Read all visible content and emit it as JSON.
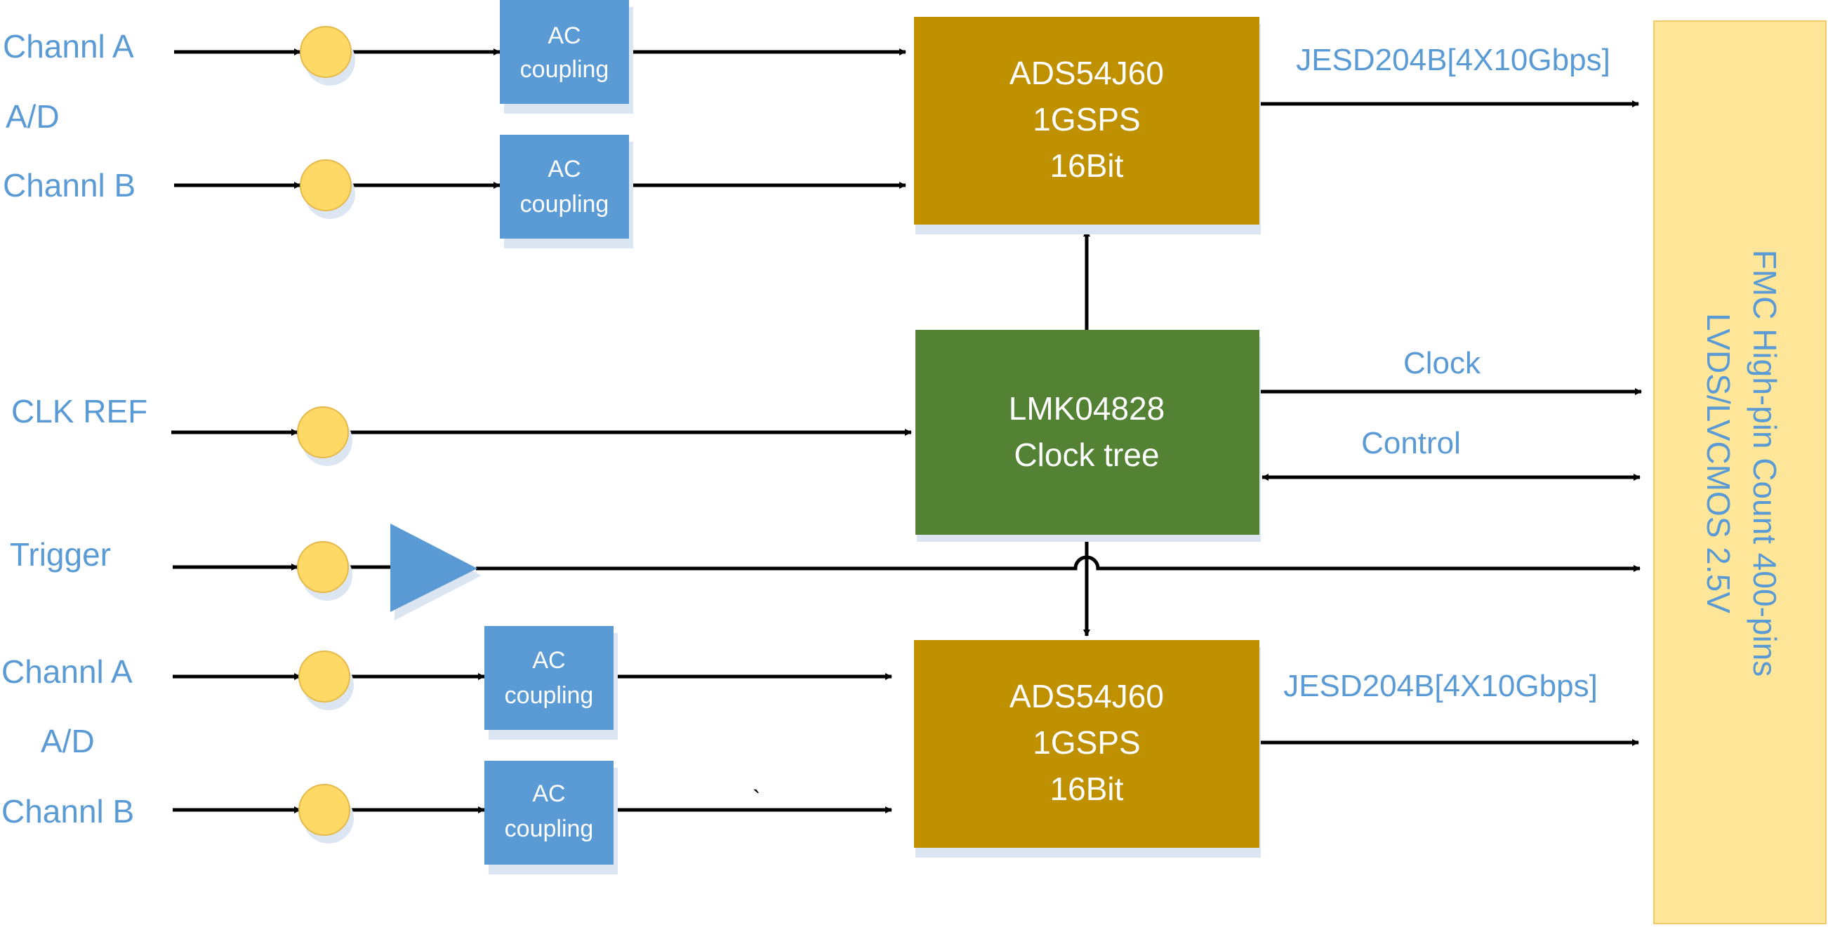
{
  "colors": {
    "label_text": "#5B9BD5",
    "connector": "#FFD966",
    "connector_stroke": "#E6B94A",
    "shadow": "#DCE6F2",
    "ac_block": "#5B9BD5",
    "adc_block": "#BF9000",
    "clock_block": "#548235",
    "fmc_block": "#FFE699",
    "fmc_border": "#F4C96B",
    "wire": "#000000",
    "block_text": "#FFFFFF"
  },
  "inputs": {
    "top_channel_a": "Channl A",
    "top_ad": "A/D",
    "top_channel_b": "Channl B",
    "clk_ref": "CLK REF",
    "trigger": "Trigger",
    "bottom_channel_a": "Channl A",
    "bottom_ad": "A/D",
    "bottom_channel_b": "Channl B"
  },
  "ac_coupling": {
    "line1": "AC",
    "line2": "coupling"
  },
  "adc_top": {
    "line1": "ADS54J60",
    "line2": "1GSPS",
    "line3": "16Bit"
  },
  "adc_bottom": {
    "line1": "ADS54J60",
    "line2": "1GSPS",
    "line3": "16Bit"
  },
  "clock_tree": {
    "line1": "LMK04828",
    "line2": "Clock tree"
  },
  "outputs": {
    "jesd_top": "JESD204B[4X10Gbps]",
    "jesd_bottom": "JESD204B[4X10Gbps]",
    "clock": "Clock",
    "control": "Control"
  },
  "fmc": {
    "line1": "FMC High-pin Count 400-pins",
    "line2": "LVDS/LVCMOS 2.5V"
  },
  "stray_mark": "`"
}
